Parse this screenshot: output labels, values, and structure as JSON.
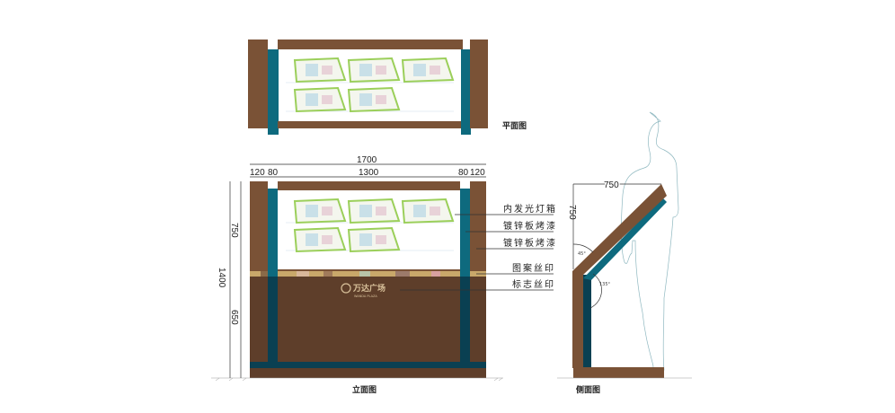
{
  "views": {
    "plan_caption": "平面图",
    "elevation_caption": "立面图",
    "side_caption": "侧面图"
  },
  "dimensions": {
    "total_width": "1700",
    "post_left": "120",
    "gap_left": "80",
    "panel_width": "1300",
    "gap_right": "80",
    "post_right": "120",
    "upper_height": "750",
    "total_height": "1400",
    "lower_height": "650",
    "side_width": "750",
    "side_height": "750",
    "angle_top": "45°",
    "angle_bottom": "135°"
  },
  "callouts": [
    {
      "label": "内发光灯箱"
    },
    {
      "label": "镀锌板烤漆"
    },
    {
      "label": "镀锌板烤漆"
    },
    {
      "label": "图案丝印"
    },
    {
      "label": "标志丝印"
    }
  ],
  "logo": {
    "name": "万达广场",
    "sub": "WANDA PLAZA"
  },
  "colors": {
    "brown": "#7a5236",
    "dark_brown": "#5e3e2a",
    "teal": "#0e6a7e",
    "dark_teal": "#0a4052",
    "outline": "#8fb8c0"
  }
}
